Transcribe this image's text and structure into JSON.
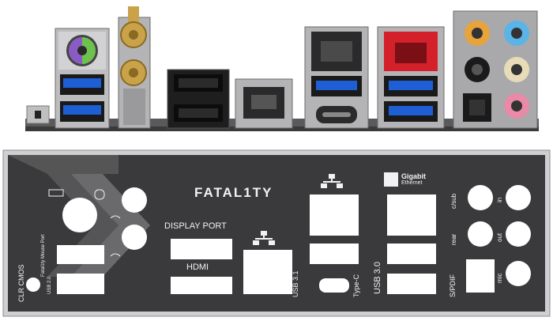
{
  "shield": {
    "brand_logo": "FATAL1TY",
    "display_port_label": "DISPLAY PORT",
    "hdmi_label": "HDMI",
    "usb31_label": "USB 3.1",
    "typec_label": "Type-C",
    "usb30_label": "USB 3.0",
    "gigabit_line1": "Gigabit",
    "gigabit_line2": "Ethernet",
    "spdif_label": "S/PDIF",
    "clr_cmos_label": "CLR CMOS",
    "fatality_mouse_port_label": "Fatal1ty Mouse Port",
    "usb20_label": "USB 2.0",
    "audio": {
      "csub": "c/sub",
      "in": "in",
      "rear": "rear",
      "out": "out",
      "mic": "mic"
    }
  },
  "colors": {
    "plate": "#3a3a3c",
    "plate_edge": "#cfcfd1",
    "usb3_blue": "#1f5fd6",
    "ps2_purple": "#8a5bc2",
    "ps2_green": "#6cc24a",
    "lan_red": "#d4202a",
    "gold": "#c9a24a",
    "audio_orange": "#e8a33a",
    "audio_blue": "#5ab4e8",
    "audio_pink": "#e88aa8",
    "audio_beige": "#e8dcb8",
    "audio_black": "#1a1a1a"
  }
}
